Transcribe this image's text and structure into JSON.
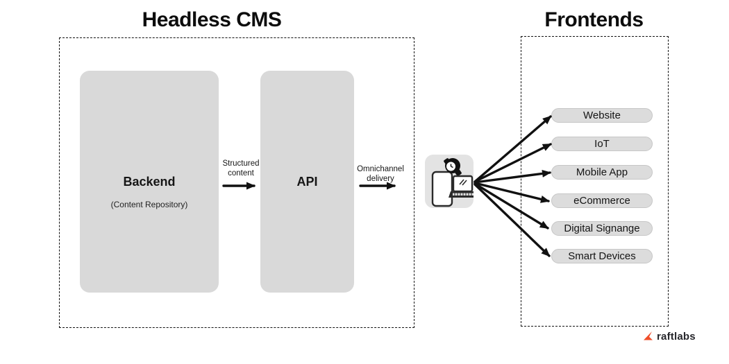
{
  "cms": {
    "title": "Headless CMS",
    "backend": {
      "label": "Backend",
      "sublabel": "(Content Repository)"
    },
    "api": {
      "label": "API"
    },
    "structured_label": "Structured content",
    "omnichannel_label": "Omnichannel delivery"
  },
  "frontends": {
    "title": "Frontends",
    "items": [
      "Website",
      "IoT",
      "Mobile App",
      "eCommerce",
      "Digital Signange",
      "Smart Devices"
    ]
  },
  "hub": {
    "icon": "multi-device-icon"
  },
  "brand": {
    "name": "raftlabs",
    "accent_color": "#F04E29"
  },
  "colors": {
    "node_fill": "#D9D9D9",
    "pill_fill": "#DCDCDC",
    "hub_fill": "#E3E3E3",
    "arrow": "#111111"
  }
}
